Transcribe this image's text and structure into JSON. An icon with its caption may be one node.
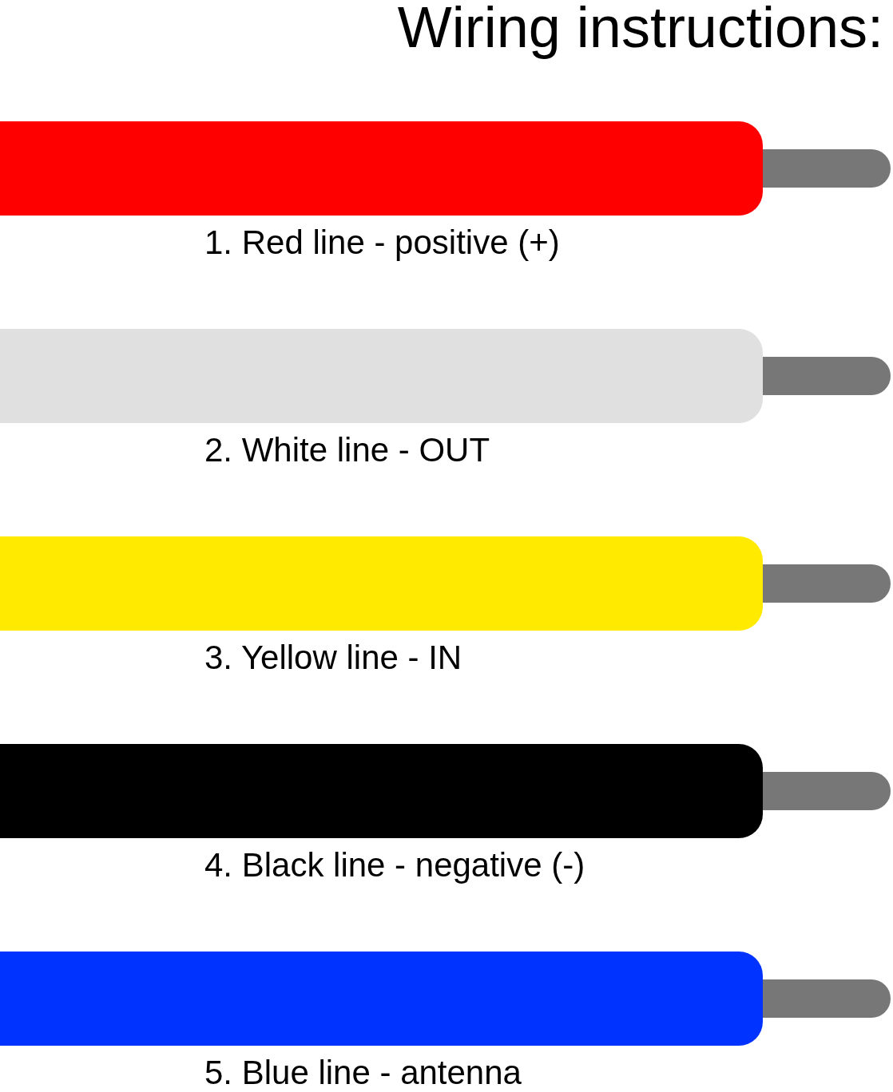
{
  "diagram": {
    "title": "Wiring instructions:",
    "nodes": [
      {
        "text": [
          "1. Red line - positive (+)"
        ]
      },
      {
        "text": [
          "2. White line - OUT"
        ]
      },
      {
        "text": [
          "3. Yellow line - IN"
        ]
      },
      {
        "text": [
          "4. Black line - negative (-)"
        ]
      },
      {
        "text": [
          "5. Blue line - antenna"
        ]
      }
    ]
  }
}
